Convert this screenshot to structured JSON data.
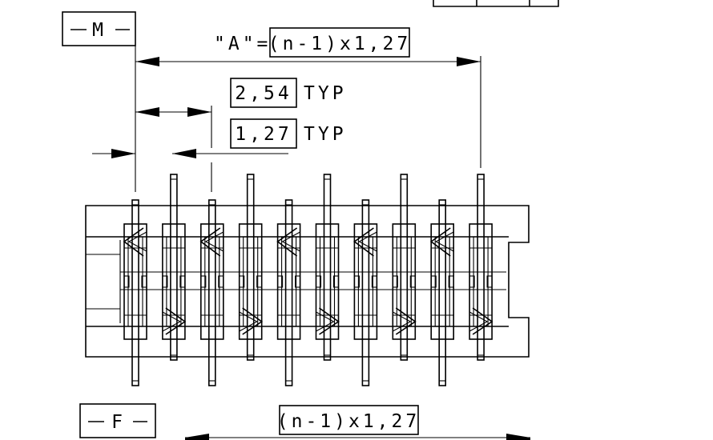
{
  "datum_m": "M",
  "datum_f": "F",
  "dim_a_label": "\"A\"=",
  "dim_a_value": "(n-1)x1,27",
  "pitch_row": "2,54",
  "pitch_row_suffix": "TYP",
  "pitch_pin": "1,27",
  "pitch_pin_suffix": "TYP",
  "dim_bottom_value": "(n-1)x1,27",
  "pin_count": 10
}
